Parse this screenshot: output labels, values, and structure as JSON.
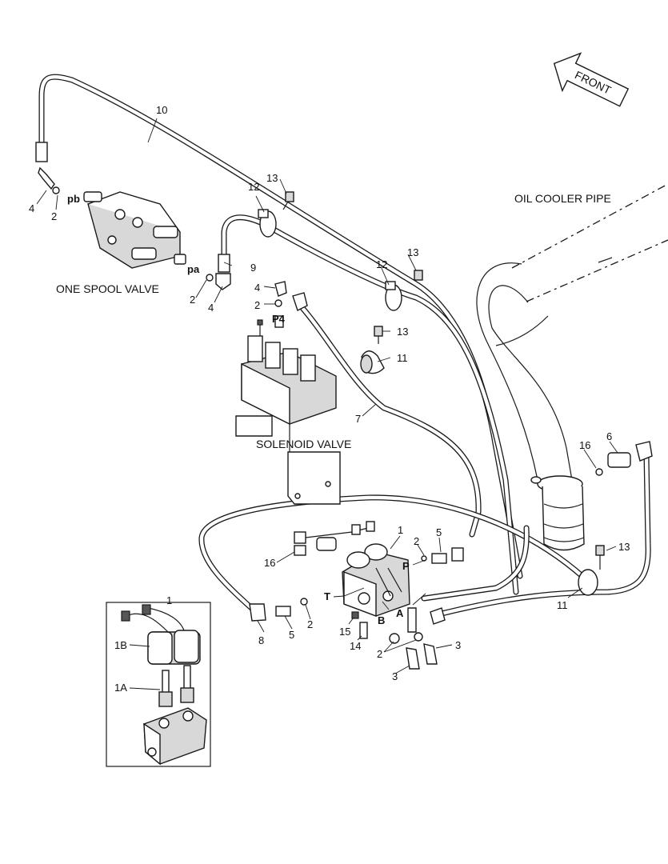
{
  "captions": {
    "one_spool_valve": "ONE SPOOL VALVE",
    "solenoid_valve": "SOLENOID VALVE",
    "oil_cooler_pipe": "OIL COOLER PIPE",
    "front": "FRONT"
  },
  "port_labels": {
    "pb": "pb",
    "pa": "pa",
    "p4": "P4",
    "p": "P",
    "t": "T",
    "a": "A",
    "b": "B"
  },
  "callouts": {
    "c10": "10",
    "c4_top": "4",
    "c2_top": "2",
    "c13_a": "13",
    "c12_a": "12",
    "c9": "9",
    "c2_pa": "2",
    "c4_pa": "4",
    "c4_p4": "4",
    "c2_p4": "2",
    "c13_b": "13",
    "c12_b": "12",
    "c13_c": "13",
    "c11_a": "11",
    "c7": "7",
    "c6": "6",
    "c16_a": "16",
    "c1": "1",
    "c5_a": "5",
    "c2_p": "2",
    "c16_b": "16",
    "c13_d": "13",
    "c11_b": "11",
    "c8": "8",
    "c5_b": "5",
    "c2_t": "2",
    "c15": "15",
    "c14": "14",
    "c2_ab": "2",
    "c3_a": "3",
    "c3_b": "3"
  },
  "inset": {
    "title": "1",
    "c1b": "1B",
    "c1a": "1A"
  }
}
